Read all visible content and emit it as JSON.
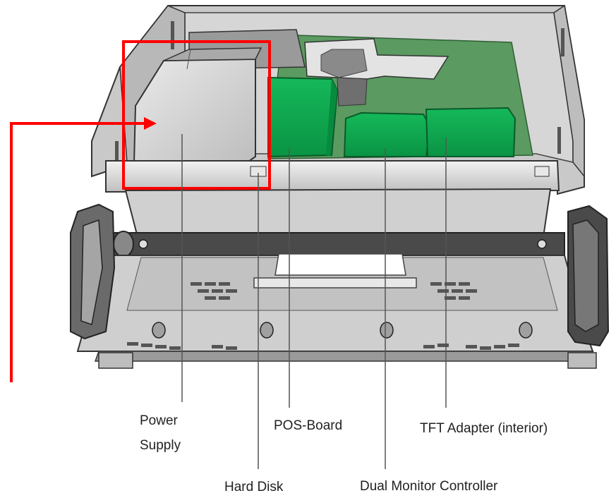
{
  "colors": {
    "highlight": "#ff0000",
    "board_green": "#0aa24a",
    "board_mid": "#4f8f55",
    "chassis_light": "#d9d9d9",
    "chassis_mid": "#a9a9a9",
    "chassis_dark": "#3a3a3a",
    "leader_line": "#555555"
  },
  "labels": {
    "power_supply_line1": "Power",
    "power_supply_line2": "Supply",
    "hard_disk": "Hard Disk",
    "pos_board": "POS-Board",
    "dual_monitor_controller": "Dual Monitor Controller",
    "tft_adapter": "TFT Adapter (interior)"
  }
}
